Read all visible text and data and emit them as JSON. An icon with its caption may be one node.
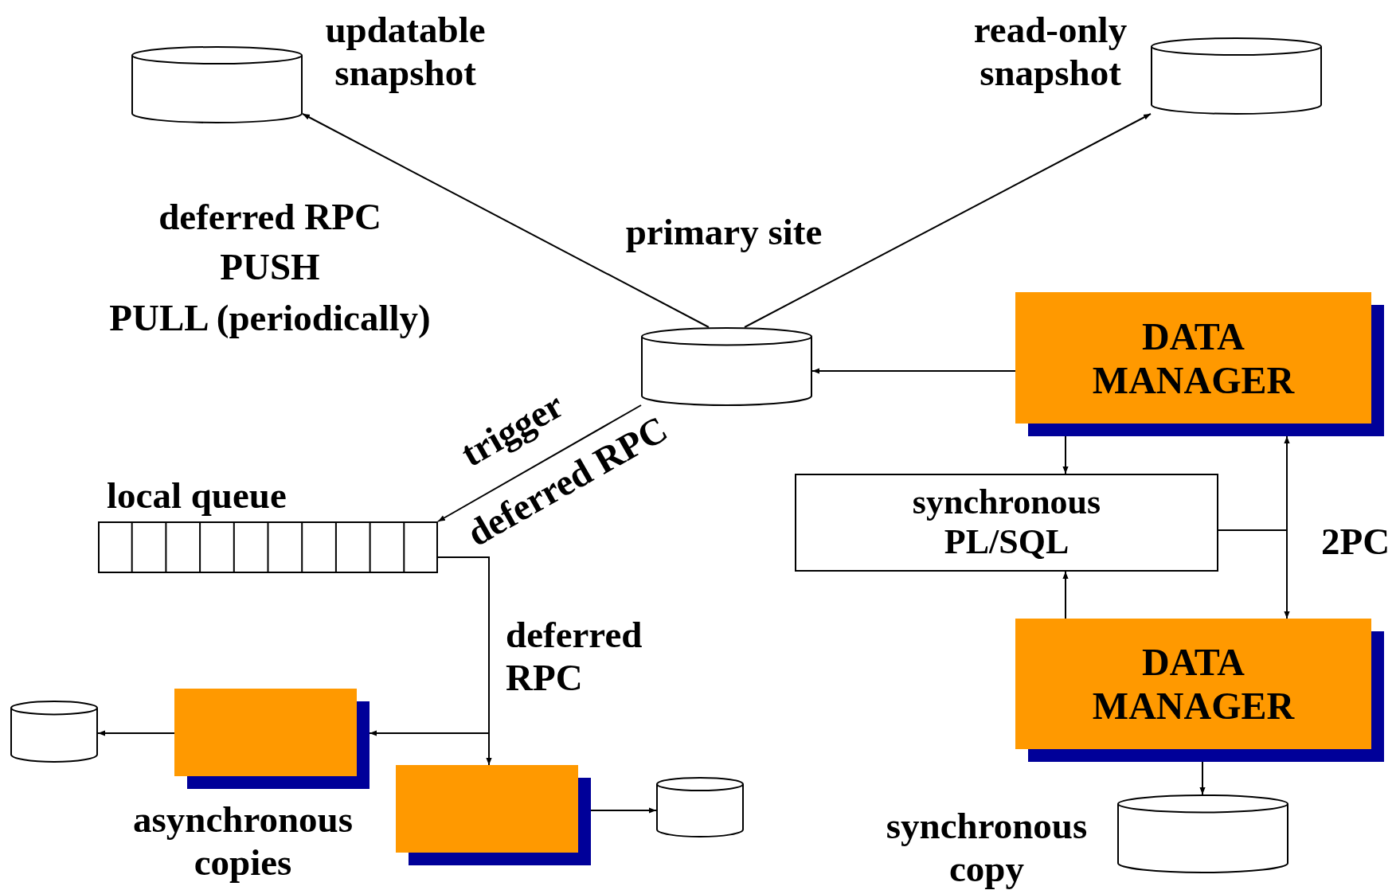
{
  "diagram": {
    "nodes": [
      {
        "text": [],
        "shape": "cylinder",
        "beside": [
          "updatable snapshot"
        ]
      },
      {
        "text": [],
        "shape": "cylinder",
        "beside": [
          "read-only snapshot"
        ]
      },
      {
        "text": [],
        "shape": "cylinder",
        "beside": [
          "primary site"
        ]
      },
      {
        "text": [
          "DATA MANAGER"
        ]
      },
      {
        "text": [
          "synchronous PL/SQL"
        ]
      },
      {
        "text": [
          "DATA MANAGER"
        ]
      },
      {
        "text": [],
        "shape": "cylinder",
        "beside": [
          "synchronous copy"
        ]
      },
      {
        "text": [],
        "shape": "bar",
        "beside": [
          "local queue"
        ]
      },
      {
        "text": [],
        "shape": "box"
      },
      {
        "text": [],
        "shape": "box"
      },
      {
        "text": [],
        "shape": "cylinder"
      },
      {
        "text": [],
        "shape": "cylinder"
      }
    ],
    "edges": [
      {
        "from": 2,
        "to": 0,
        "arrow": "to"
      },
      {
        "from": 2,
        "to": 1,
        "arrow": "to"
      },
      {
        "from": 3,
        "to": 2,
        "arrow": "to"
      },
      {
        "from": 2,
        "to": 7,
        "arrow": "to",
        "label": "trigger"
      },
      {
        "from": 7,
        "to": 9,
        "arrow": "to",
        "label": "deferred RPC"
      },
      {
        "from": 7,
        "to": 8,
        "arrow": "to"
      },
      {
        "from": 8,
        "to": 10,
        "arrow": "to"
      },
      {
        "from": 9,
        "to": 11,
        "arrow": "to"
      },
      {
        "from": 3,
        "to": 4,
        "arrow": "to"
      },
      {
        "from": 5,
        "to": 4,
        "arrow": "to"
      },
      {
        "from": 4,
        "to": 3,
        "arrow": "to"
      },
      {
        "from": 4,
        "to": 5,
        "arrow": "to"
      },
      {
        "from": 5,
        "to": 6,
        "arrow": "to"
      }
    ],
    "labels": [
      "deferred RPC",
      "PUSH",
      "PULL (periodically)",
      "deferred RPC",
      "asynchronous copies",
      "2PC"
    ]
  }
}
